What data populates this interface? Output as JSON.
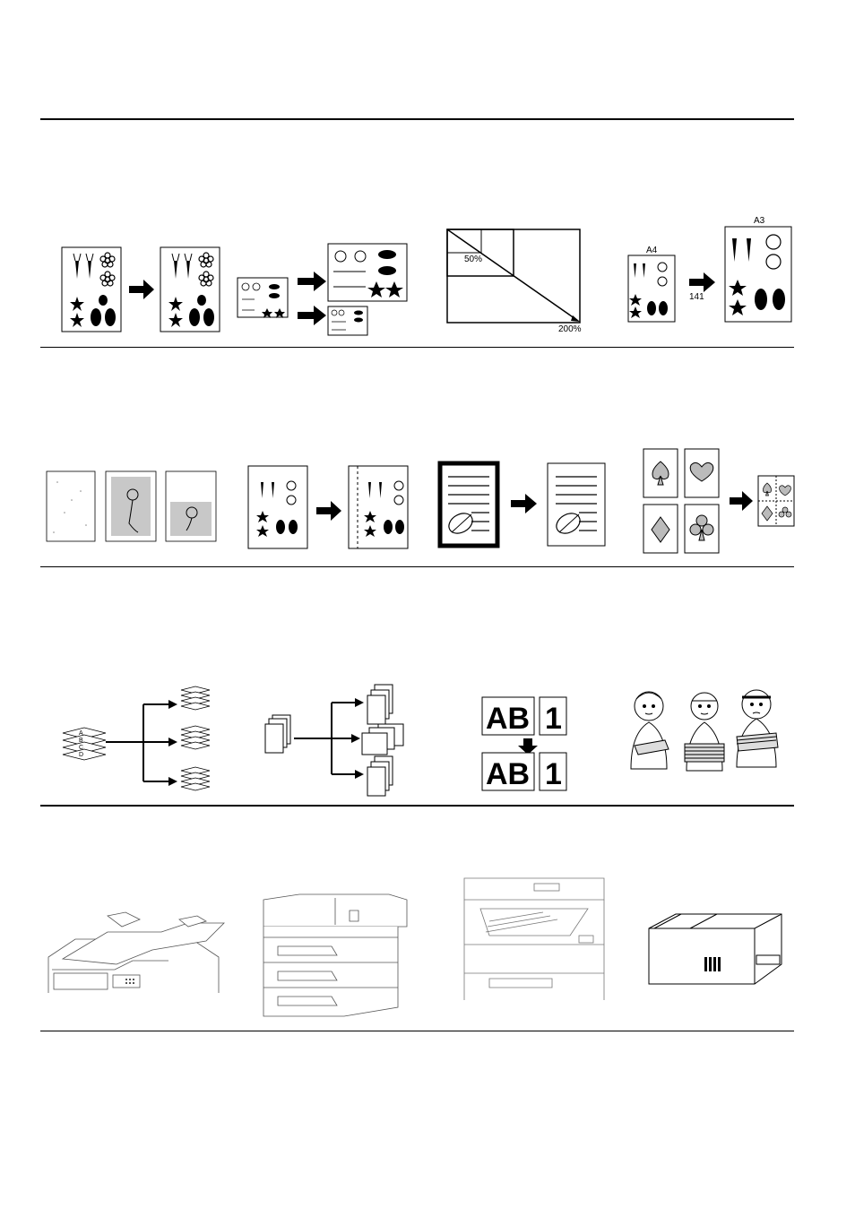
{
  "zoom_figure": {
    "min_label": "50%",
    "max_label": "200%"
  },
  "paper_figure": {
    "source_size": "A4",
    "target_size": "A3",
    "ratio": "141"
  },
  "sort_figure": {
    "sheets": [
      "A",
      "B",
      "C",
      "D"
    ]
  },
  "page_number_figure": {
    "text": "AB",
    "number": "1"
  }
}
